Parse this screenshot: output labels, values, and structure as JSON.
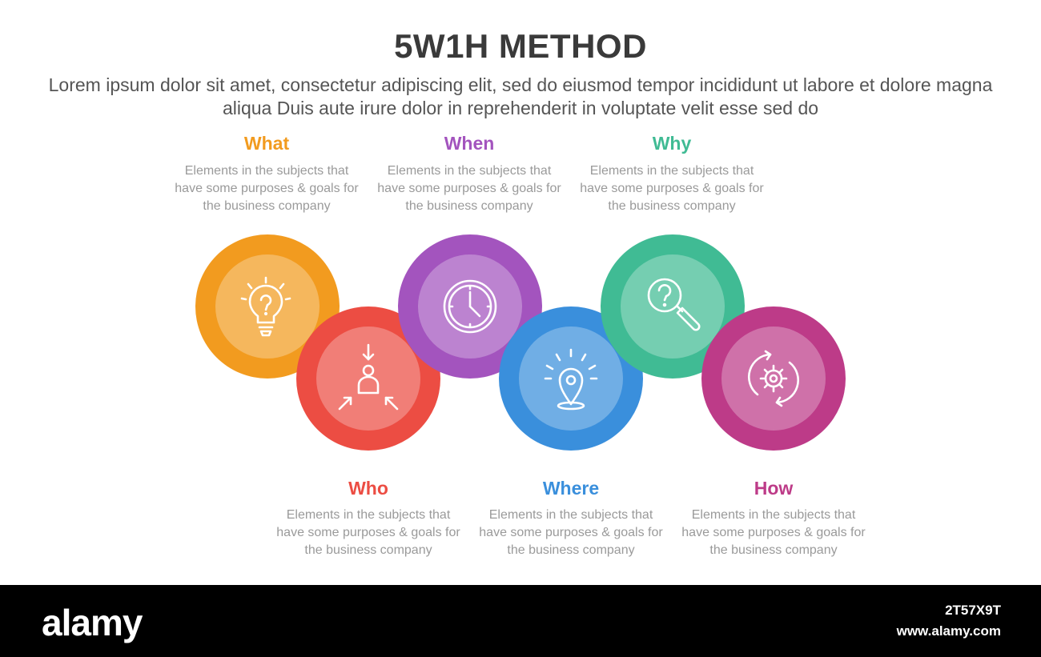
{
  "header": {
    "title": "5W1H METHOD",
    "subtitle": "Lorem ipsum dolor sit amet, consectetur adipiscing elit, sed do eiusmod tempor incididunt ut labore et dolore magna aliqua Duis aute irure dolor in reprehenderit in voluptate velit esse sed do"
  },
  "items": [
    {
      "label": "What",
      "desc": "Elements in the subjects that have  some purposes & goals for the  business company",
      "color": "#f29b1f",
      "icon": "lightbulb-question-icon"
    },
    {
      "label": "Who",
      "desc": "Elements in the subjects that have  some purposes & goals for the  business company",
      "color": "#ec4d43",
      "icon": "person-arrows-icon"
    },
    {
      "label": "When",
      "desc": "Elements in the subjects that have  some purposes & goals for the  business company",
      "color": "#a354be",
      "icon": "clock-icon"
    },
    {
      "label": "Where",
      "desc": "Elements in the subjects that have  some purposes & goals for the  business company",
      "color": "#3a8fdc",
      "icon": "location-pin-icon"
    },
    {
      "label": "Why",
      "desc": "Elements in the subjects that have  some purposes & goals for the  business company",
      "color": "#40bb94",
      "icon": "magnifier-question-icon"
    },
    {
      "label": "How",
      "desc": "Elements in the subjects that have  some purposes & goals for the  business company",
      "color": "#bd3b88",
      "icon": "gear-cycle-icon"
    }
  ],
  "footer": {
    "logo": "alamy",
    "stock_id": "2T57X9T",
    "site": "www.alamy.com"
  }
}
